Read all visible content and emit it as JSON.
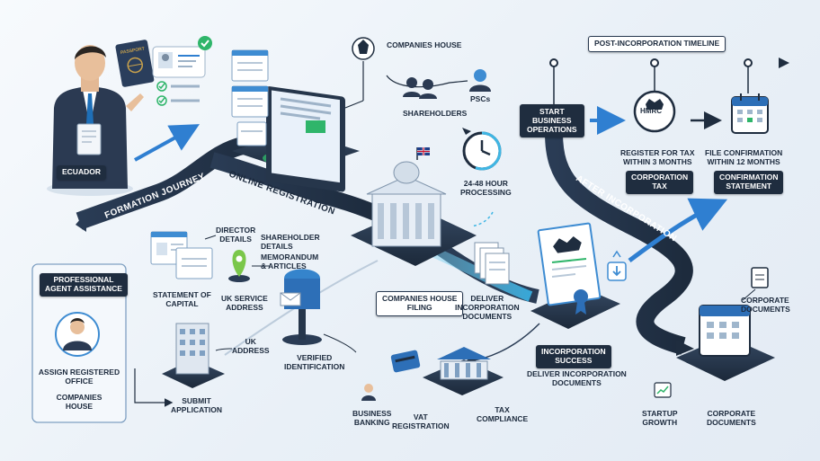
{
  "labels": {
    "ecuador": "ECUADOR",
    "formation_journey": "FORMATION JOURNEY",
    "online_registration": "ONLINE REGISTRATION",
    "companies_house_top": "COMPANIES HOUSE",
    "shareholders": "SHAREHOLDERS",
    "pscs": "PSCs",
    "processing": "24-48 HOUR\nPROCESSING",
    "director_details": "DIRECTOR\nDETAILS",
    "shareholder_details": "SHAREHOLDER\nDETAILS",
    "memorandum": "MEMORANDUM\n& ARTICLES",
    "statement_of_capital": "STATEMENT OF\nCAPITAL",
    "uk_service_address": "UK SERVICE\nADDRESS",
    "professional_agent": "PROFESSIONAL\nAGENT ASSISTANCE",
    "assign_registered_office": "ASSIGN REGISTERED\nOFFICE",
    "companies_house_left": "COMPANIES\nHOUSE",
    "uk_address": "UK\nADDRESS",
    "verified_identification": "VERIFIED\nIDENTIFICATION",
    "submit_application": "SUBMIT\nAPPLICATION",
    "companies_house_filing": "COMPANIES HOUSE\nFILING",
    "deliver_documents": "DELIVER\nINCORPORATION\nDOCUMENTS",
    "business_banking": "BUSINESS\nBANKING",
    "vat_registration": "VAT\nREGISTRATION",
    "tax_compliance": "TAX\nCOMPLIANCE",
    "incorporation_success": "INCORPORATION\nSUCCESS",
    "deliver_documents_2": "DELIVER INCORPORATION\nDOCUMENTS",
    "post_incorporation_timeline": "POST-INCORPORATION TIMELINE",
    "start_business_operations": "START\nBUSINESS\nOPERATIONS",
    "hmrc": "HMRC",
    "register_for_tax": "REGISTER FOR TAX\nWITHIN 3 MONTHS",
    "corporation_tax": "CORPORATION\nTAX",
    "file_confirmation": "FILE CONFIRMATION\nWITHIN 12 MONTHS",
    "confirmation_statement": "CONFIRMATION\nSTATEMENT",
    "after_incorporation": "AFTER INCORPORATION",
    "corporate_documents_top": "CORPORATE\nDOCUMENTS",
    "corporate_documents_bottom": "CORPORATE\nDOCUMENTS",
    "startup_growth": "STARTUP\nGROWTH",
    "passport": "PASSPORT"
  },
  "colors": {
    "navy": "#1f2d3f",
    "path_dark": "#26364b",
    "accent_cyan": "#3fb6e4",
    "accent_blue": "#2f7fd1",
    "green_check": "#2fb56a"
  },
  "icons": [
    "person-icon",
    "passport-icon",
    "id-card-icon",
    "checklist-icon",
    "monitor-icon",
    "crest-icon",
    "clock-icon",
    "government-building-icon",
    "flag-uk-icon",
    "mailbox-icon",
    "office-building-icon",
    "bank-icon",
    "credit-card-icon",
    "certificate-icon",
    "calendar-icon",
    "document-icon",
    "growth-chart-icon",
    "hmrc-badge-icon"
  ]
}
